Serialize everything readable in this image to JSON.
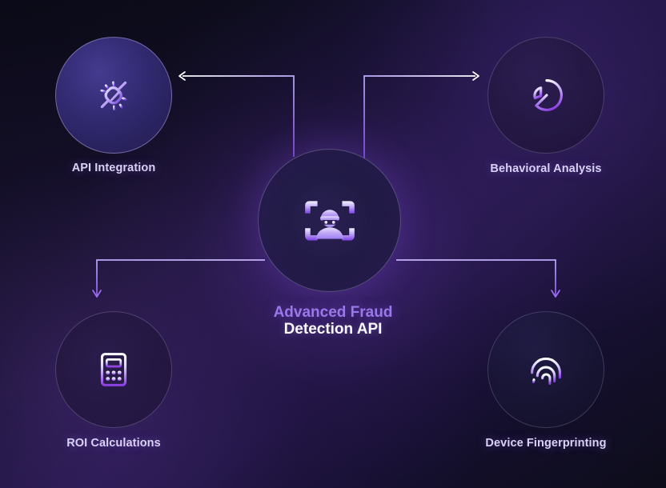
{
  "diagram": {
    "title_line1": "Advanced Fraud",
    "title_line2": "Detection API",
    "center_icon": "fraud-face-scan-icon",
    "accent_purple": "#9b79ea",
    "line_purple": "#8b5cf6",
    "label_color": "#d9d2f6",
    "background_dark": "#0b0b16",
    "nodes": [
      {
        "id": "api-integration",
        "label": "API Integration",
        "icon": "plug-connection-icon",
        "position": "top-left",
        "arrow": "from-center-to-node",
        "arrow_direction": "left"
      },
      {
        "id": "behavioral-analysis",
        "label": "Behavioral Analysis",
        "icon": "pie-chart-icon",
        "position": "top-right",
        "arrow": "from-center-to-node",
        "arrow_direction": "right"
      },
      {
        "id": "roi-calculations",
        "label": "ROI Calculations",
        "icon": "calculator-icon",
        "position": "bottom-left",
        "arrow": "from-center-to-node",
        "arrow_direction": "down"
      },
      {
        "id": "device-fingerprinting",
        "label": "Device Fingerprinting",
        "icon": "fingerprint-icon",
        "position": "bottom-right",
        "arrow": "from-center-to-node",
        "arrow_direction": "down"
      }
    ]
  }
}
